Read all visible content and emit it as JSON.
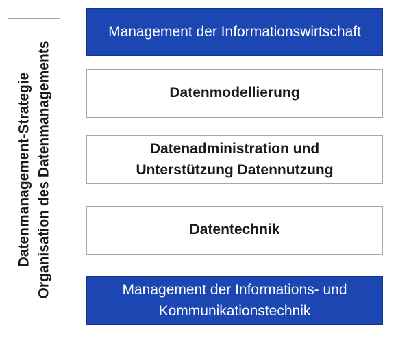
{
  "side_panel": {
    "line1": "Datenmanagement-Strategie",
    "line2": "Organisation des Datenmanagements"
  },
  "layers": [
    {
      "lines": [
        "Management der Informationswirtschaft"
      ],
      "style": "blue"
    },
    {
      "lines": [
        "Datenmodellierung"
      ],
      "style": "white"
    },
    {
      "lines": [
        "Datenadministration und",
        "Unterstützung Datennutzung"
      ],
      "style": "white"
    },
    {
      "lines": [
        "Datentechnik"
      ],
      "style": "white"
    },
    {
      "lines": [
        "Management der Informations- und",
        "Kommunikationstechnik"
      ],
      "style": "blue"
    }
  ],
  "colors": {
    "blue": "#1c47b3",
    "border": "#a8a8a8",
    "text": "#1a1a1a"
  }
}
